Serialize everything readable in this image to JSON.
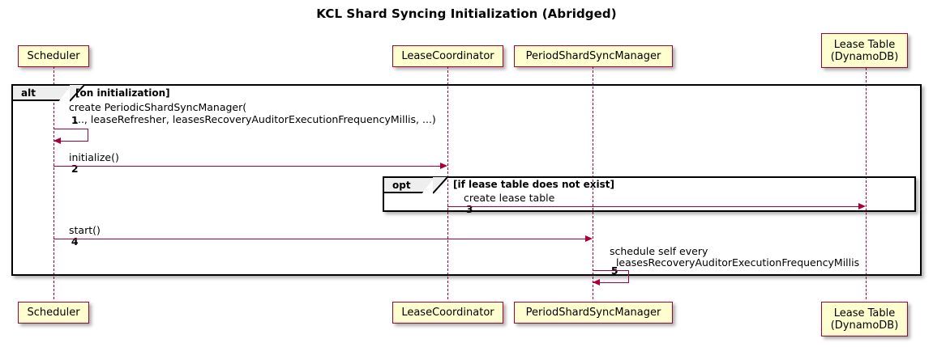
{
  "diagram": {
    "title": "KCL Shard Syncing Initialization (Abridged)",
    "type": "sequence-diagram",
    "colors": {
      "participant_fill": "#FEFECE",
      "participant_border": "#A80036",
      "arrow": "#A80036",
      "fragment_border": "#000000",
      "fragment_tab_fill": "#EEEEEE",
      "background": "#FFFFFF"
    }
  },
  "participants": [
    {
      "id": "scheduler",
      "label": "Scheduler"
    },
    {
      "id": "leasecoordinator",
      "label": "LeaseCoordinator"
    },
    {
      "id": "periodshardsyncmanager",
      "label": "PeriodShardSyncManager"
    },
    {
      "id": "leasetable",
      "label": "Lease Table\n(DynamoDB)"
    }
  ],
  "fragments": [
    {
      "id": "alt",
      "keyword": "alt",
      "guard": "[on initialization]"
    },
    {
      "id": "opt",
      "keyword": "opt",
      "guard": "[if lease table does not exist]"
    }
  ],
  "messages": [
    {
      "number": "1",
      "from": "scheduler",
      "to": "scheduler",
      "self": true,
      "text_line1": "create PeriodicShardSyncManager(",
      "text_line2": "..., leaseRefresher, leasesRecoveryAuditorExecutionFrequencyMillis, ...)"
    },
    {
      "number": "2",
      "from": "scheduler",
      "to": "leasecoordinator",
      "self": false,
      "text_line1": "initialize()",
      "text_line2": ""
    },
    {
      "number": "3",
      "from": "leasecoordinator",
      "to": "leasetable",
      "self": false,
      "text_line1": "create lease table",
      "text_line2": ""
    },
    {
      "number": "4",
      "from": "scheduler",
      "to": "periodshardsyncmanager",
      "self": false,
      "text_line1": "start()",
      "text_line2": ""
    },
    {
      "number": "5",
      "from": "periodshardsyncmanager",
      "to": "periodshardsyncmanager",
      "self": true,
      "text_line1": "schedule self every",
      "text_line2": "  leasesRecoveryAuditorExecutionFrequencyMillis"
    }
  ]
}
